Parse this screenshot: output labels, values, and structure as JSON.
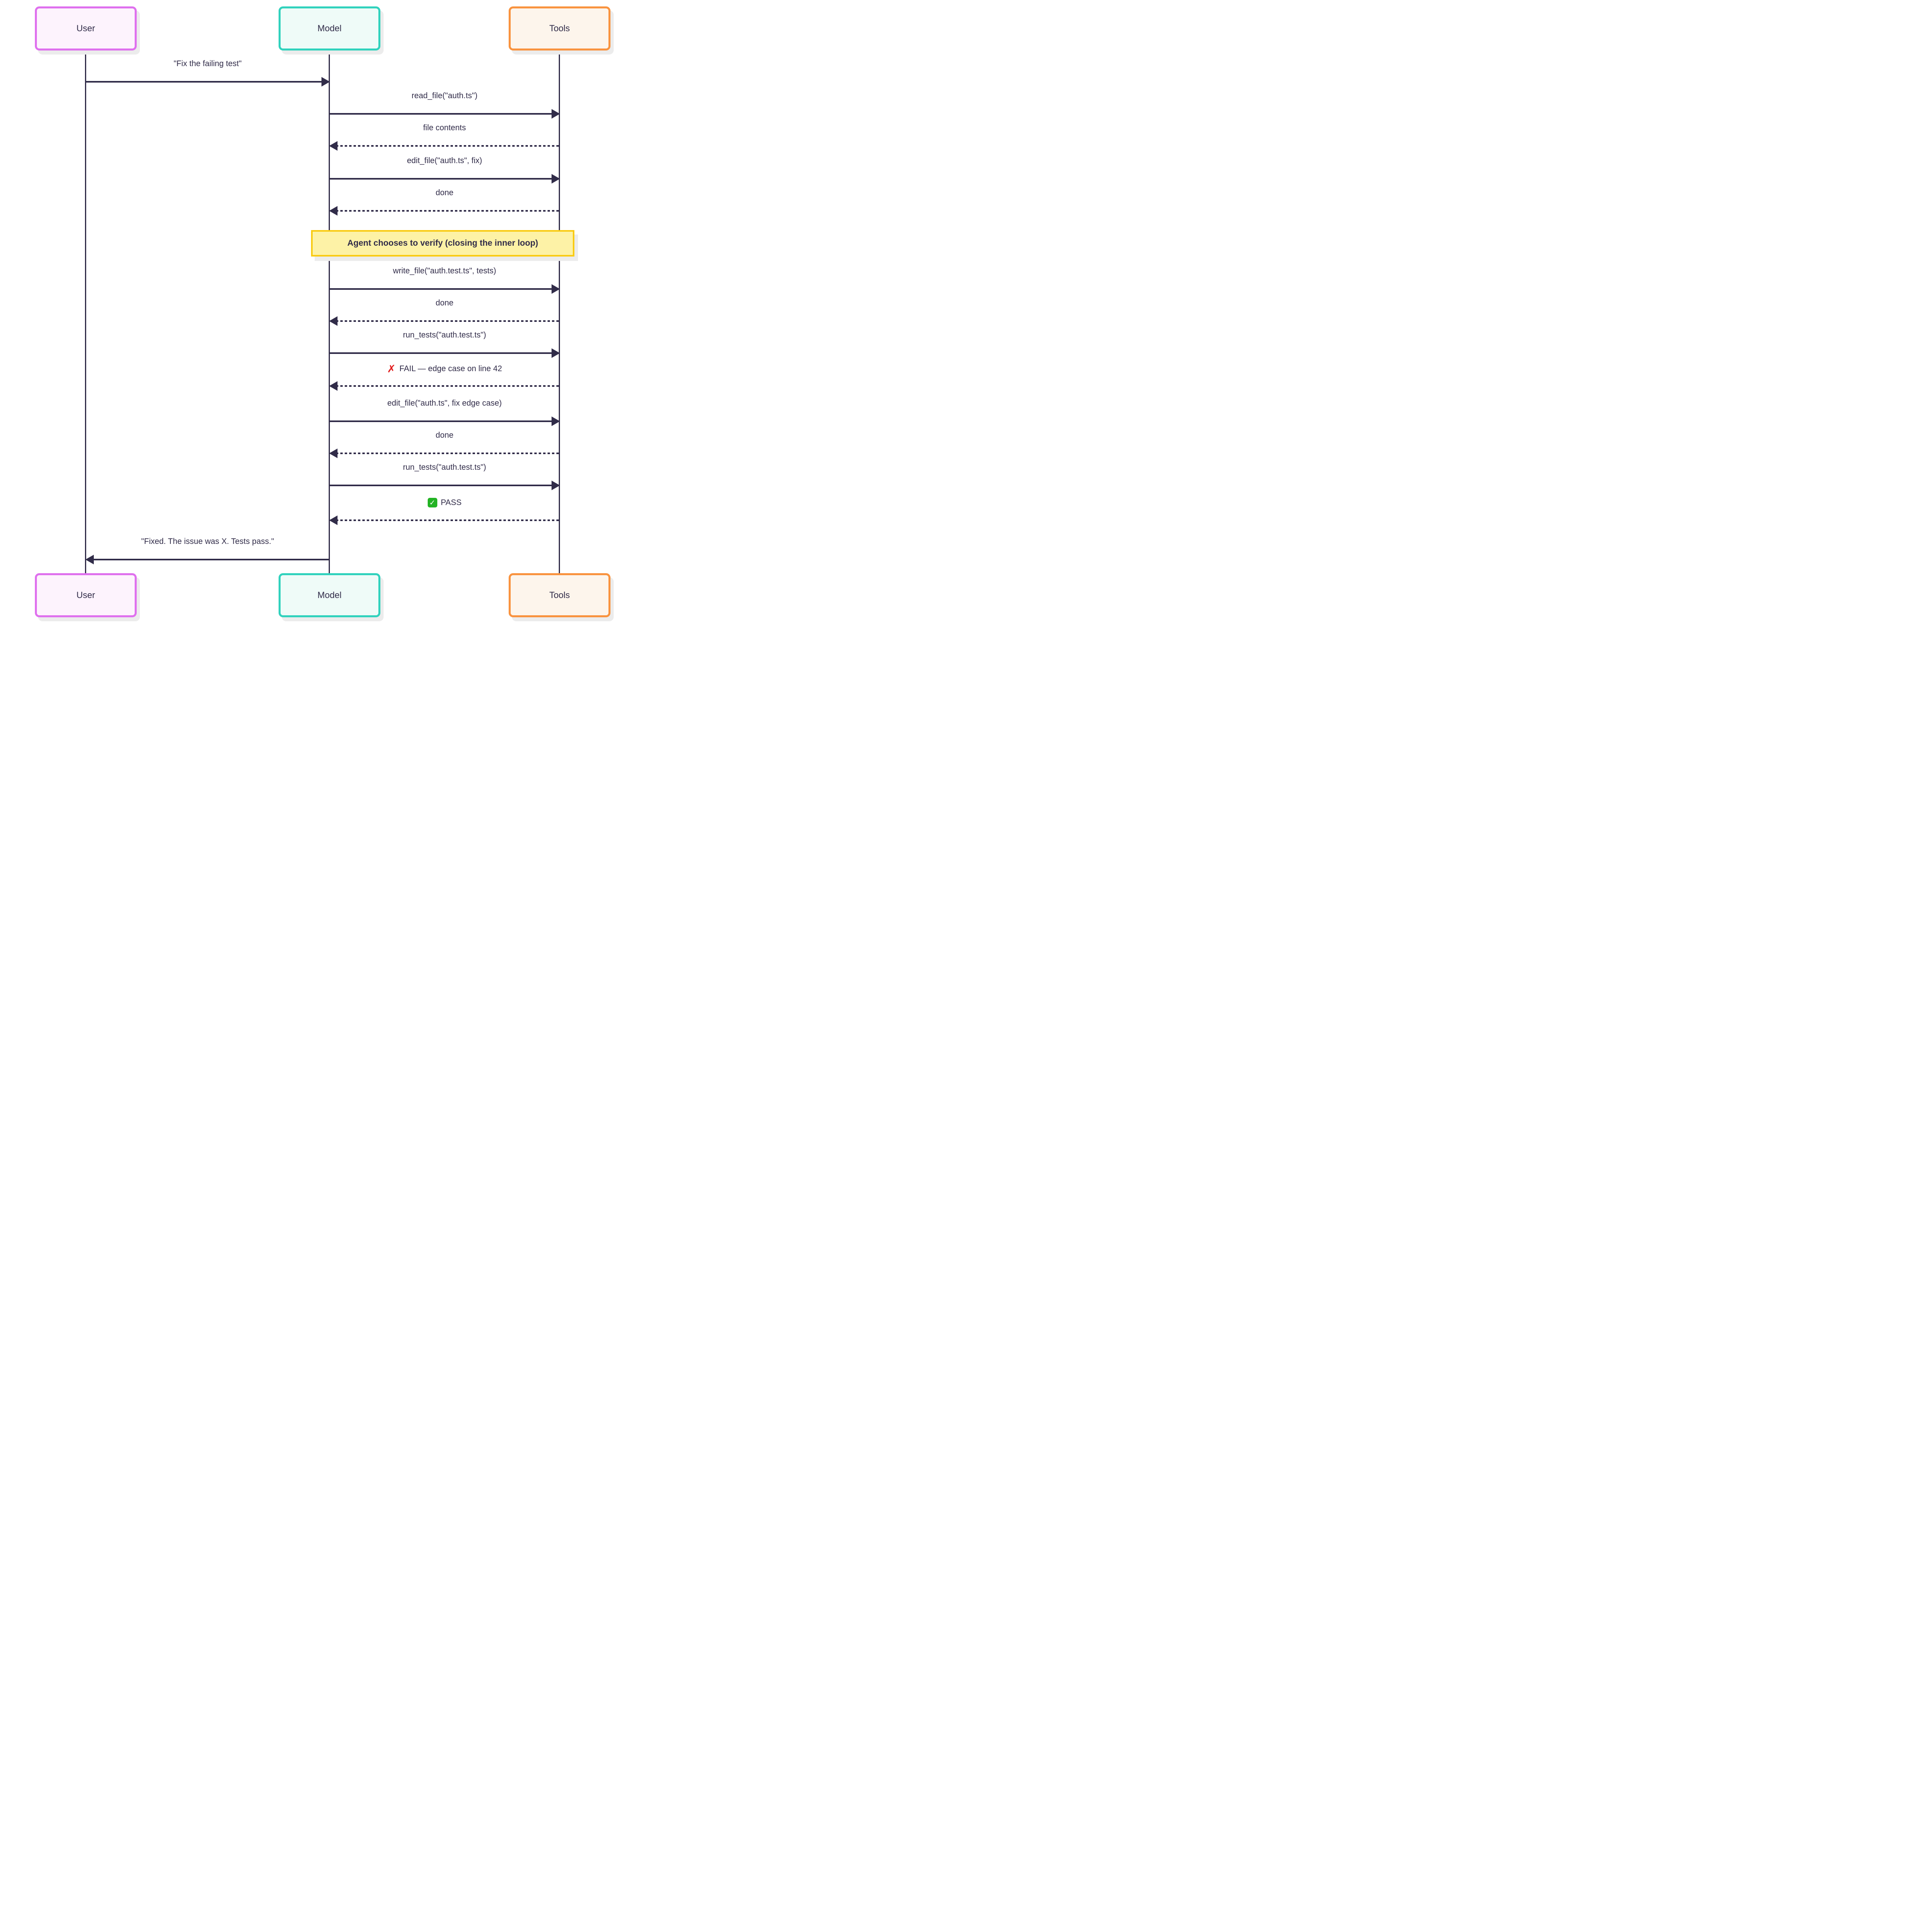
{
  "actors": [
    {
      "id": "user",
      "label": "User"
    },
    {
      "id": "model",
      "label": "Model"
    },
    {
      "id": "tools",
      "label": "Tools"
    }
  ],
  "note": {
    "text": "Agent chooses to verify (closing the inner loop)"
  },
  "messages": [
    {
      "from": "user",
      "to": "model",
      "style": "solid",
      "label": "\"Fix the failing test\""
    },
    {
      "from": "model",
      "to": "tools",
      "style": "solid",
      "label": "read_file(\"auth.ts\")"
    },
    {
      "from": "tools",
      "to": "model",
      "style": "dotted",
      "label": "file contents"
    },
    {
      "from": "model",
      "to": "tools",
      "style": "solid",
      "label": "edit_file(\"auth.ts\", fix)"
    },
    {
      "from": "tools",
      "to": "model",
      "style": "dotted",
      "label": "done"
    },
    {
      "from": "model",
      "to": "tools",
      "style": "solid",
      "label": "write_file(\"auth.test.ts\", tests)"
    },
    {
      "from": "tools",
      "to": "model",
      "style": "dotted",
      "label": "done"
    },
    {
      "from": "model",
      "to": "tools",
      "style": "solid",
      "label": "run_tests(\"auth.test.ts\")"
    },
    {
      "from": "tools",
      "to": "model",
      "style": "dotted",
      "icon": "cross-mark",
      "label": "FAIL — edge case on line 42"
    },
    {
      "from": "model",
      "to": "tools",
      "style": "solid",
      "label": "edit_file(\"auth.ts\", fix edge case)"
    },
    {
      "from": "tools",
      "to": "model",
      "style": "dotted",
      "label": "done"
    },
    {
      "from": "model",
      "to": "tools",
      "style": "solid",
      "label": "run_tests(\"auth.test.ts\")"
    },
    {
      "from": "tools",
      "to": "model",
      "style": "dotted",
      "icon": "check-mark",
      "label": "PASS"
    },
    {
      "from": "model",
      "to": "user",
      "style": "solid",
      "label": "\"Fixed. The issue was X. Tests pass.\""
    }
  ],
  "icons": {
    "cross_mark": "✗",
    "check_mark": "✓"
  },
  "colors": {
    "dark": "#312c49",
    "user-border": "#df70ee",
    "user-fill": "#fdf3fd",
    "model-border": "#31d2bd",
    "model-fill": "#effbf8",
    "tools-border": "#f9933f",
    "tools-fill": "#fdf5ec",
    "note-border": "#f9cb13",
    "note-fill": "#fdf2a6",
    "fail-red": "#e11d1d",
    "pass-green": "#23b324",
    "shadow": "#ececec"
  }
}
